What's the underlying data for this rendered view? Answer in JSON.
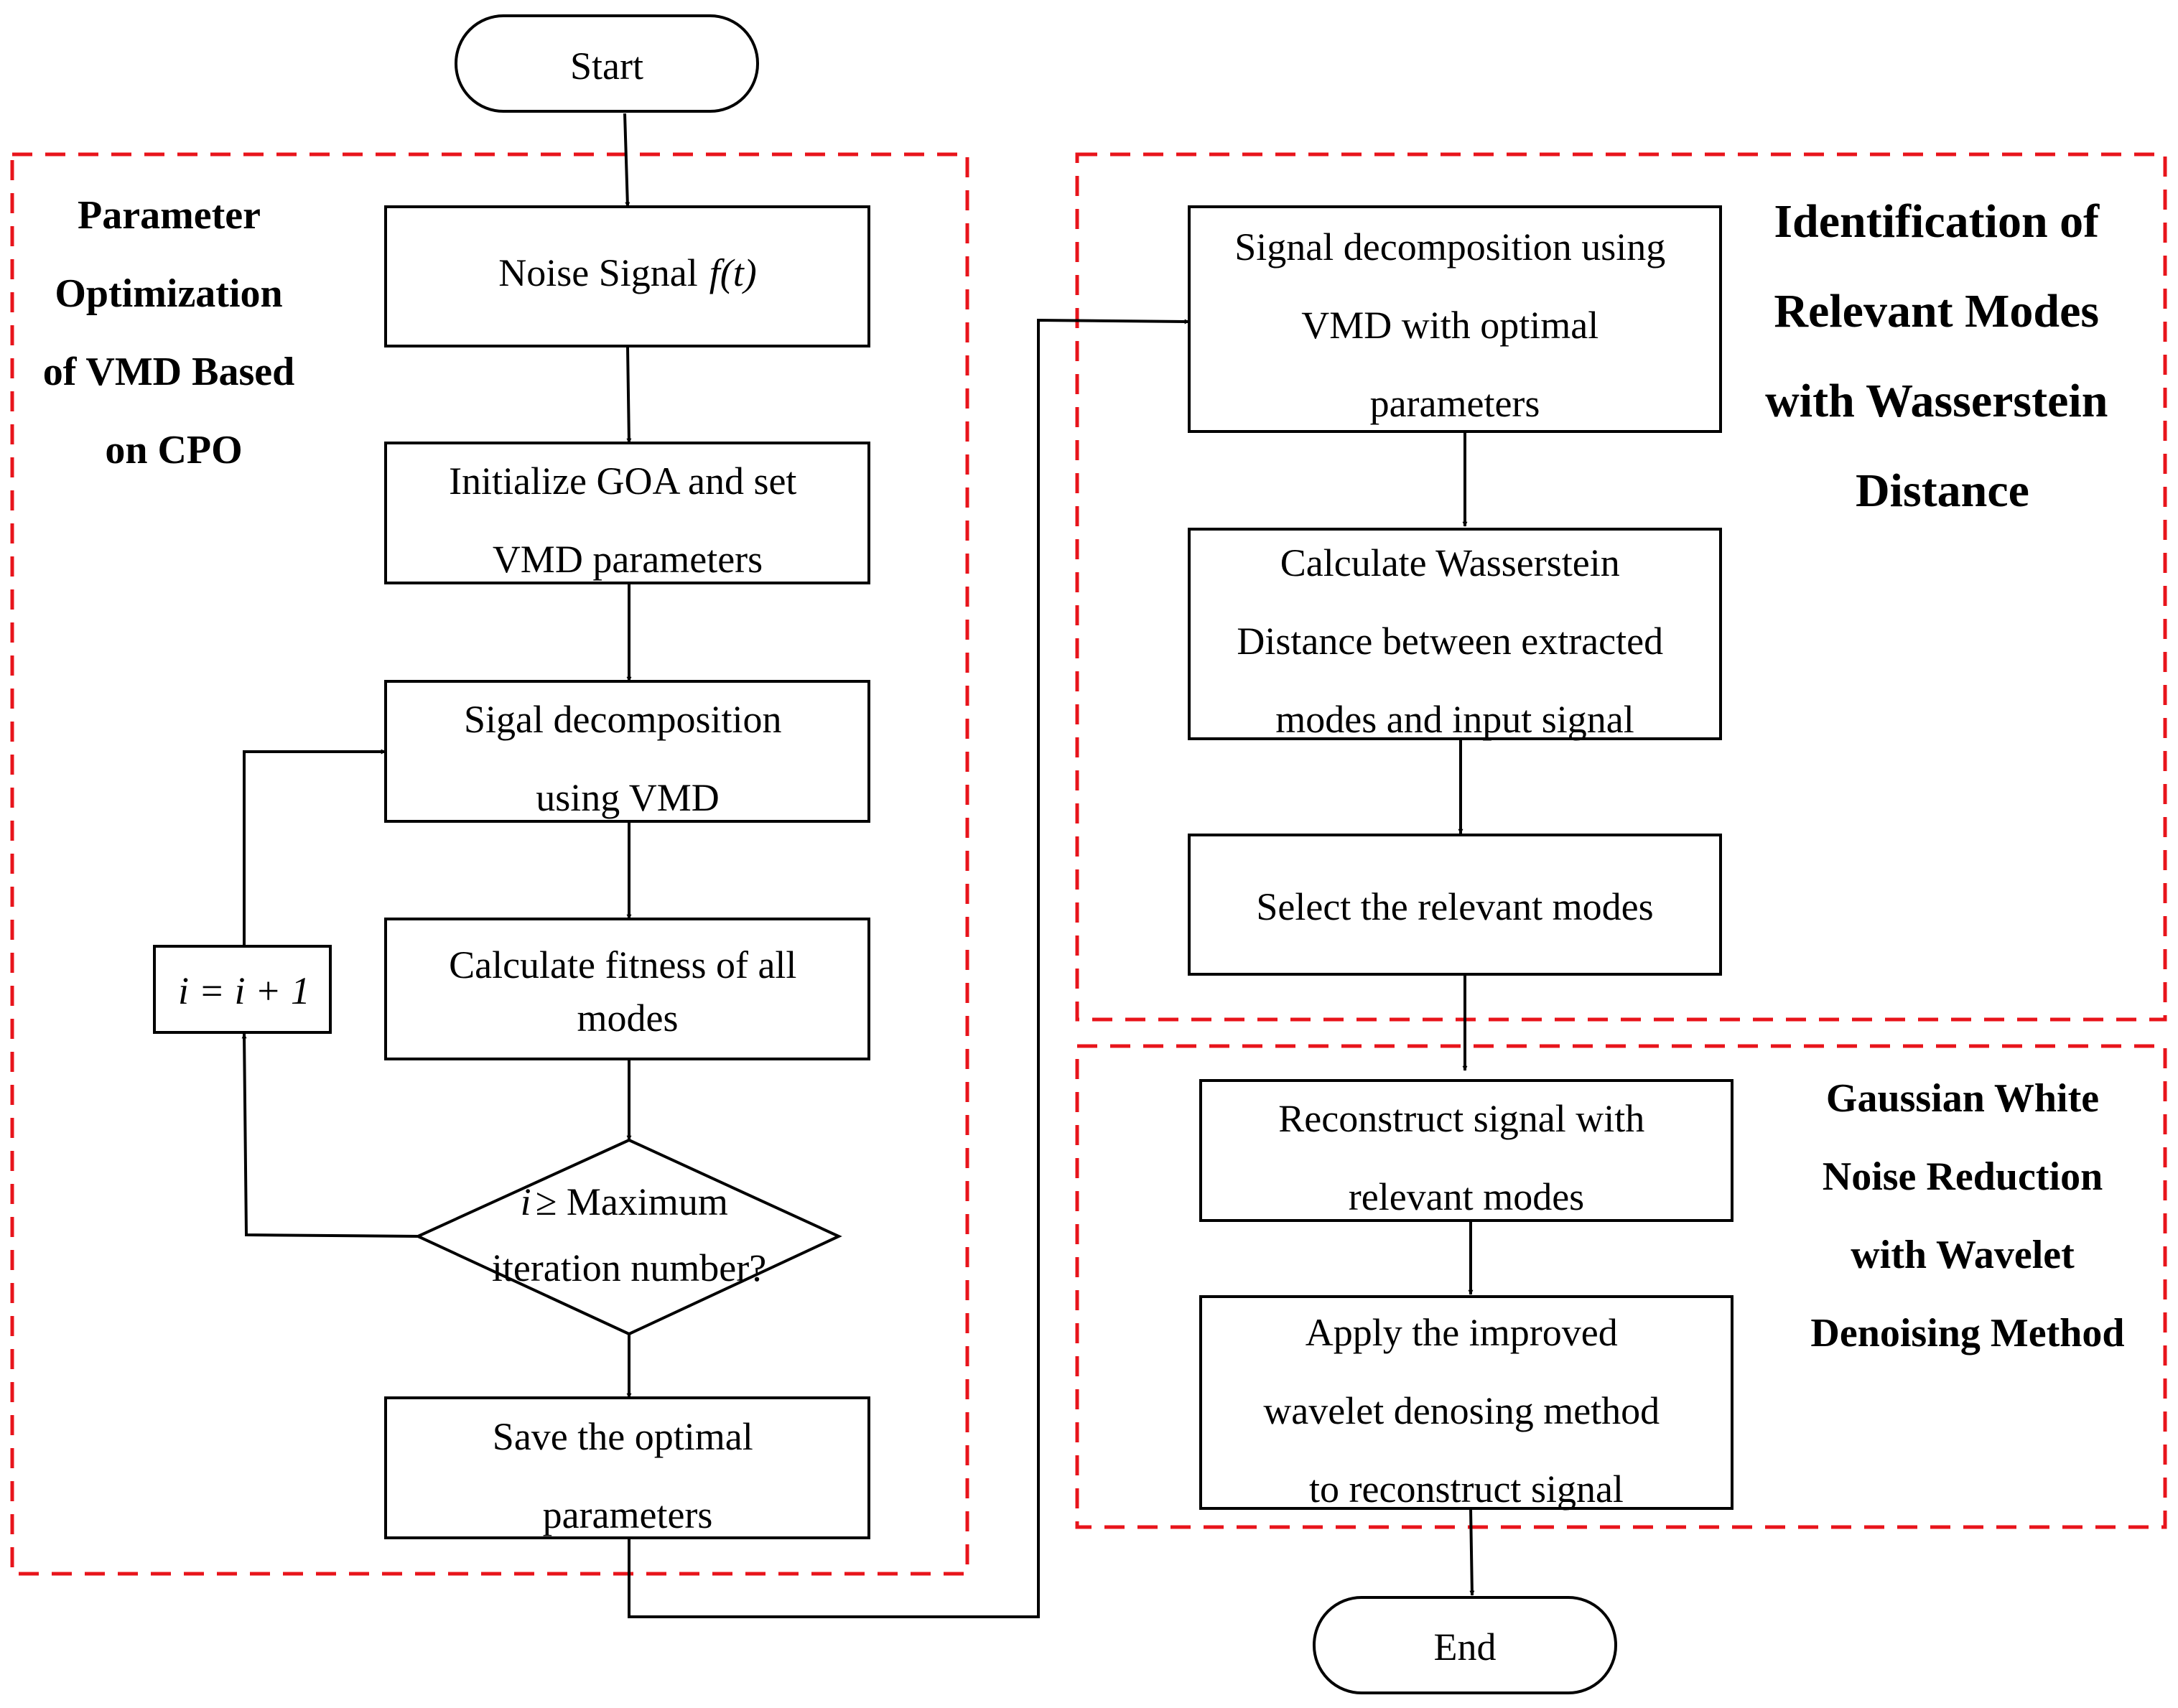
{
  "nodes": {
    "start": "Start",
    "end": "End",
    "noise_signal": [
      "Noise Signal"
    ],
    "noise_signal_math": "f(t)",
    "init_goa": [
      "Initialize GOA and set",
      "VMD parameters"
    ],
    "sigal_decomp": [
      "Sigal decomposition",
      "using VMD"
    ],
    "calc_fitness": [
      "Calculate fitness of all",
      "modes"
    ],
    "decision": [
      "≥ Maximum",
      "iteration number?"
    ],
    "decision_var": "i",
    "increment": "i = i + 1",
    "save_optimal": [
      "Save the optimal",
      "parameters"
    ],
    "signal_decomp_opt": [
      "Signal decomposition using",
      "VMD with optimal",
      "parameters"
    ],
    "calc_wasserstein": [
      "Calculate Wasserstein",
      "Distance between extracted",
      "modes and input signal"
    ],
    "select_modes": [
      "Select the relevant modes"
    ],
    "reconstruct": [
      "Reconstruct signal with",
      "relevant modes"
    ],
    "apply_wavelet": [
      "Apply the improved",
      "wavelet denosing method",
      "to reconstruct signal"
    ]
  },
  "groups": {
    "param_opt": [
      "Parameter",
      "Optimization",
      "of VMD Based",
      "on CPO"
    ],
    "identification": [
      "Identification of",
      "Relevant Modes",
      "with  Wasserstein",
      "Distance"
    ],
    "noise_reduction": [
      "Gaussian White",
      "Noise Reduction",
      "with Wavelet",
      "Denoising Method"
    ]
  },
  "colors": {
    "group_border": "#e8141b",
    "stroke": "#000000"
  }
}
